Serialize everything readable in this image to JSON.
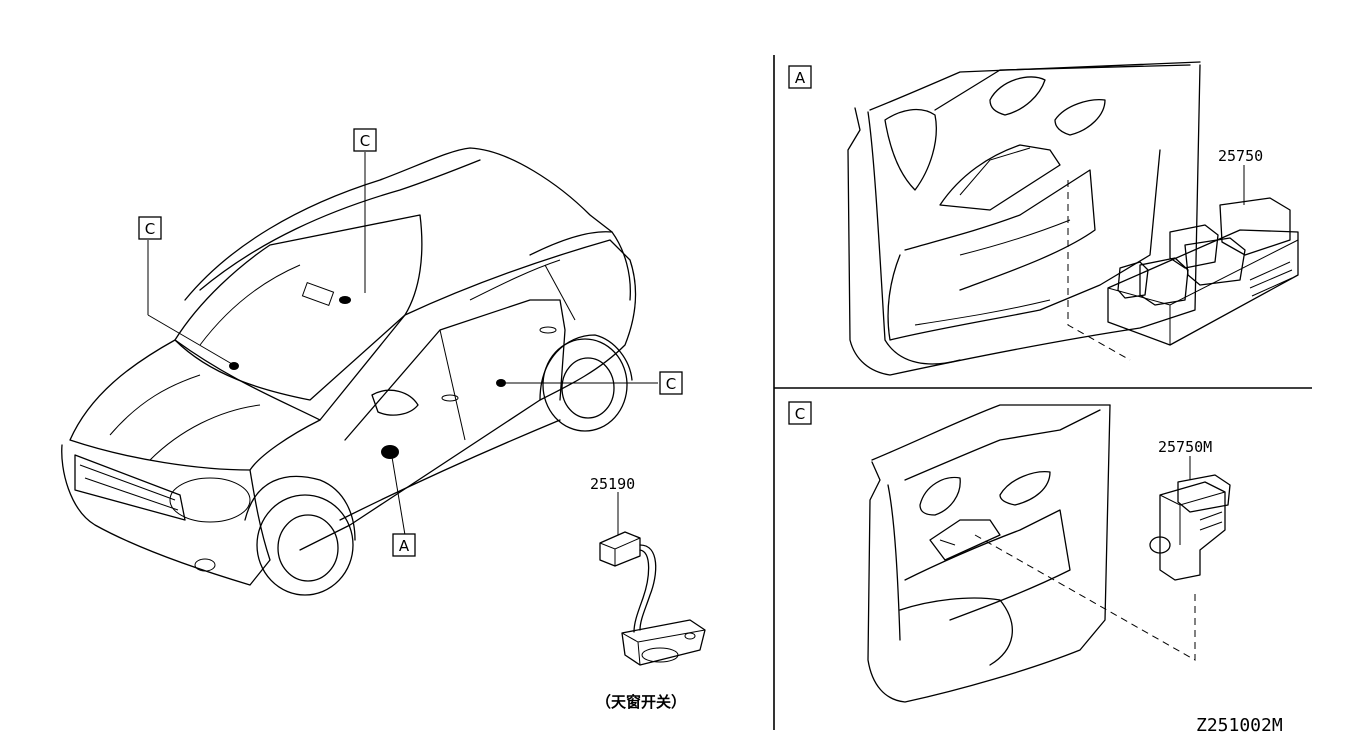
{
  "callouts": {
    "c_top": "C",
    "c_left": "C",
    "c_right": "C",
    "a_bottom": "A"
  },
  "panels": {
    "panel_a_label": "A",
    "panel_c_label": "C"
  },
  "parts": {
    "main_window_switch": "25750",
    "rear_window_switch": "25750M",
    "sunroof_switch": "25190",
    "sunroof_caption": "（天窗开关）"
  },
  "drawing_code": "Z251002M"
}
